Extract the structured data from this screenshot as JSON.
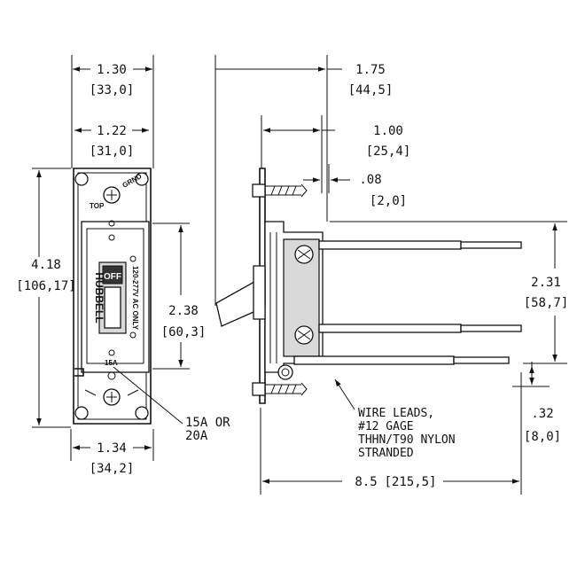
{
  "front_view": {
    "overall_width": {
      "in": "1.30",
      "mm": "[33,0]"
    },
    "mounting_width": {
      "in": "1.22",
      "mm": "[31,0]"
    },
    "height": {
      "in": "4.18",
      "mm": "[106,17]"
    },
    "mounting_spacing": {
      "in": "2.38",
      "mm": "[60,3]"
    },
    "base_width": {
      "in": "1.34",
      "mm": "[34,2]"
    },
    "rating_note": {
      "line1": "15A OR",
      "line2": "20A"
    },
    "switch": {
      "brand": "HUBBELL",
      "position_label": "OFF",
      "voltage_label": "120-277V AC ONLY",
      "top_label": "TOP",
      "ground_label": "GRND",
      "rating_label": "15A"
    }
  },
  "side_view": {
    "overall_depth": {
      "in": "1.75",
      "mm": "[44,5]"
    },
    "body_depth": {
      "in": "1.00",
      "mm": "[25,4]"
    },
    "strap_thickness": {
      "in": ".08",
      "mm": "[2,0]"
    },
    "lead_spacing": {
      "in": "2.31",
      "mm": "[58,7]"
    },
    "ground_offset": {
      "in": ".32",
      "mm": "[8,0]"
    },
    "lead_length": {
      "in": "8.5",
      "mm": "[215,5]"
    },
    "wire_note": [
      "WIRE LEADS,",
      "#12 GAGE",
      "THHN/T90 NYLON",
      "STRANDED"
    ]
  }
}
